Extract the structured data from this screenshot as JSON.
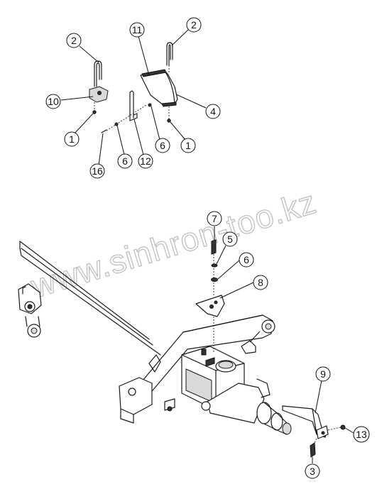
{
  "watermark": "www.sinhron-too.kz",
  "callouts": [
    {
      "label": "2"
    },
    {
      "label": "2"
    },
    {
      "label": "11"
    },
    {
      "label": "10"
    },
    {
      "label": "4"
    },
    {
      "label": "1"
    },
    {
      "label": "6"
    },
    {
      "label": "1"
    },
    {
      "label": "16"
    },
    {
      "label": "6"
    },
    {
      "label": "12"
    },
    {
      "label": "7"
    },
    {
      "label": "5"
    },
    {
      "label": "6"
    },
    {
      "label": "8"
    },
    {
      "label": "9"
    },
    {
      "label": "13"
    },
    {
      "label": "3"
    }
  ]
}
